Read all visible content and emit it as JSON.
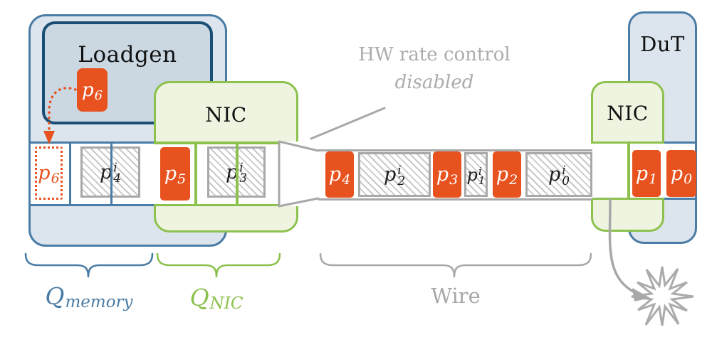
{
  "diagram": {
    "loadgen": {
      "title": "Loadgen"
    },
    "nic_left": {
      "title": "NIC"
    },
    "nic_right": {
      "title": "NIC"
    },
    "dut": {
      "title": "DuT"
    },
    "annotation": {
      "line1": "HW rate control",
      "line2": "disabled"
    },
    "labels": {
      "wire": "Wire",
      "q_memory": {
        "base": "Q",
        "sub": "memory"
      },
      "q_nic": {
        "base": "Q",
        "sub": "NIC"
      }
    },
    "packets": {
      "loadgen_p6": {
        "base": "p",
        "sub": "6"
      },
      "memory": [
        {
          "base": "p",
          "sub": "6",
          "style": "ghost"
        },
        {
          "base": "p",
          "sub": "4",
          "sup": "i",
          "style": "hatched"
        }
      ],
      "nic_left": [
        {
          "base": "p",
          "sub": "5",
          "style": "solid"
        },
        {
          "base": "p",
          "sub": "3",
          "sup": "i",
          "style": "hatched"
        }
      ],
      "wire": [
        {
          "base": "p",
          "sub": "4",
          "style": "solid"
        },
        {
          "base": "p",
          "sub": "2",
          "sup": "i",
          "style": "hatched"
        },
        {
          "base": "p",
          "sub": "3",
          "style": "solid"
        },
        {
          "base": "p",
          "sub": "1",
          "sup": "i",
          "style": "hatched"
        },
        {
          "base": "p",
          "sub": "2",
          "style": "solid"
        },
        {
          "base": "p",
          "sub": "0",
          "sup": "i",
          "style": "hatched"
        }
      ],
      "nic_right": [
        {
          "base": "p",
          "sub": "1",
          "style": "solid"
        }
      ],
      "dut": [
        {
          "base": "p",
          "sub": "0",
          "style": "solid"
        }
      ]
    },
    "icons": {
      "explosion": "packet-drop-starburst",
      "drop_arrow": "packet-drop-arrow",
      "enqueue_arrow": "dotted-enqueue-arrow"
    },
    "colors": {
      "orange": "#e7521f",
      "blue_border": "#4b7ca5",
      "blue_fill": "#dce5ee",
      "loadgen_fill": "#cbd8e2",
      "loadgen_border": "#1b4e74",
      "green_border": "#8dc14e",
      "green_fill": "#eef4e0",
      "gray": "#a8a8a8"
    }
  }
}
